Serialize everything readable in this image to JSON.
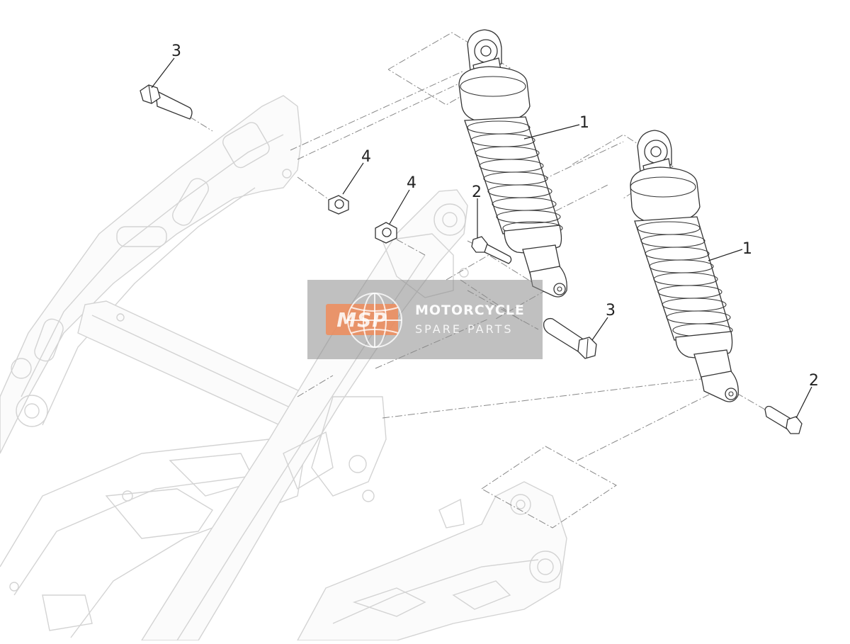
{
  "diagram": {
    "callouts": [
      {
        "id": "c3a",
        "label": "3"
      },
      {
        "id": "c4a",
        "label": "4"
      },
      {
        "id": "c4b",
        "label": "4"
      },
      {
        "id": "c1a",
        "label": "1"
      },
      {
        "id": "c2a",
        "label": "2"
      },
      {
        "id": "c3b",
        "label": "3"
      },
      {
        "id": "c1b",
        "label": "1"
      },
      {
        "id": "c2b",
        "label": "2"
      }
    ]
  },
  "watermark": {
    "badge_text": "MSP",
    "line1": "MOTORCYCLE",
    "line2": "SPARE PARTS"
  },
  "colors": {
    "frame_outline": "#d3d3d3",
    "part_outline": "#333333",
    "watermark_bg": "#8c8c8c",
    "badge": "#f08c5a"
  }
}
